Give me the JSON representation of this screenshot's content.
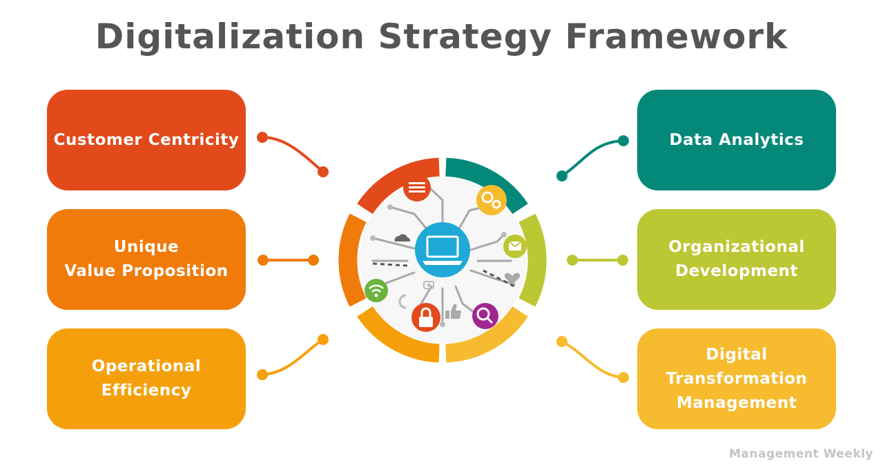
{
  "title": "Digitalization Strategy Framework",
  "colors": {
    "red": "#e24a1b",
    "orange": "#f07a0a",
    "amber": "#f5a00b",
    "teal": "#04887a",
    "lime": "#bcc734",
    "yellow": "#f6bb2f",
    "center_icon": "#1ea9d6",
    "title": "#555555"
  },
  "left_items": [
    {
      "label": "Customer Centricity"
    },
    {
      "label": "Unique\nValue Proposition"
    },
    {
      "label": "Operational\nEfficiency"
    }
  ],
  "right_items": [
    {
      "label": "Data Analytics"
    },
    {
      "label": "Organizational\nDevelopment"
    },
    {
      "label": "Digital\nTransformation\nManagement"
    }
  ],
  "center": {
    "icons": [
      "laptop-icon",
      "document-icon",
      "gears-icon",
      "email-icon",
      "heart-icon",
      "magnifier-icon",
      "thumbs-up-icon",
      "lock-icon",
      "refresh-icon",
      "wifi-icon",
      "cloud-icon",
      "camera-icon"
    ]
  },
  "watermark": "Management Weekly"
}
